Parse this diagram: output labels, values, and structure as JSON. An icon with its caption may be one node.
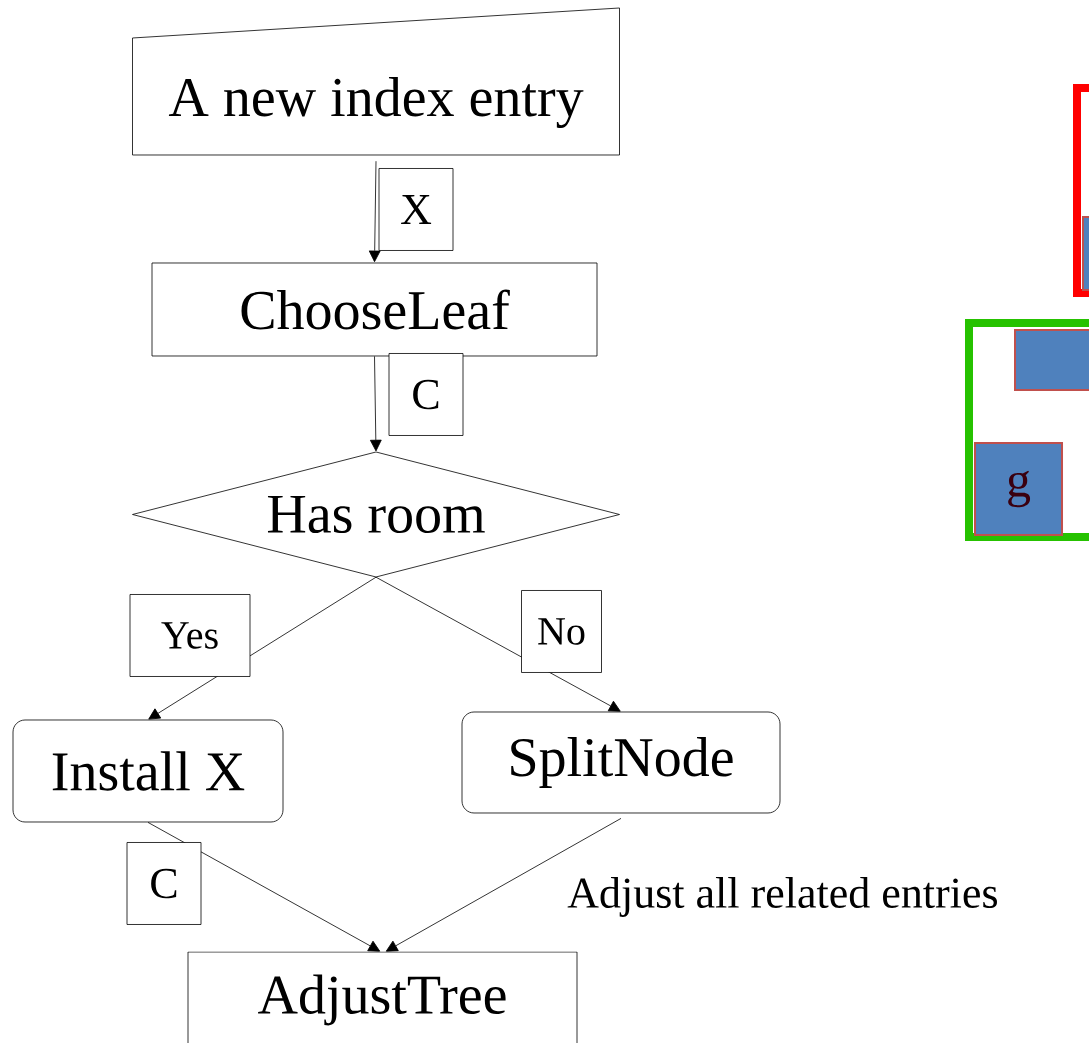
{
  "diagram": {
    "nodes": [
      {
        "text": [
          "A new index entry"
        ]
      },
      {
        "text": [
          "ChooseLeaf"
        ]
      },
      {
        "text": [
          "Has room"
        ]
      },
      {
        "text": [
          "Install X"
        ]
      },
      {
        "text": [
          "SplitNode"
        ]
      },
      {
        "text": [
          "AdjustTree"
        ]
      },
      {
        "text": [],
        "shape": "box"
      },
      {
        "text": [],
        "shape": "box",
        "in": 6
      },
      {
        "text": [],
        "shape": "box"
      },
      {
        "text": [],
        "shape": "box",
        "in": 8
      },
      {
        "text": [
          "g"
        ],
        "in": 8
      }
    ],
    "edges": [
      {
        "from": 0,
        "to": 1,
        "arrow": "to",
        "label": "X"
      },
      {
        "from": 1,
        "to": 2,
        "arrow": "to",
        "label": "C"
      },
      {
        "from": 2,
        "to": 3,
        "arrow": "to",
        "label": "Yes"
      },
      {
        "from": 2,
        "to": 4,
        "arrow": "to",
        "label": "No"
      },
      {
        "from": 3,
        "to": 5,
        "arrow": "to",
        "label": "C"
      },
      {
        "from": 4,
        "to": 5,
        "arrow": "to"
      }
    ],
    "labels": [
      "Adjust all related entries"
    ]
  }
}
